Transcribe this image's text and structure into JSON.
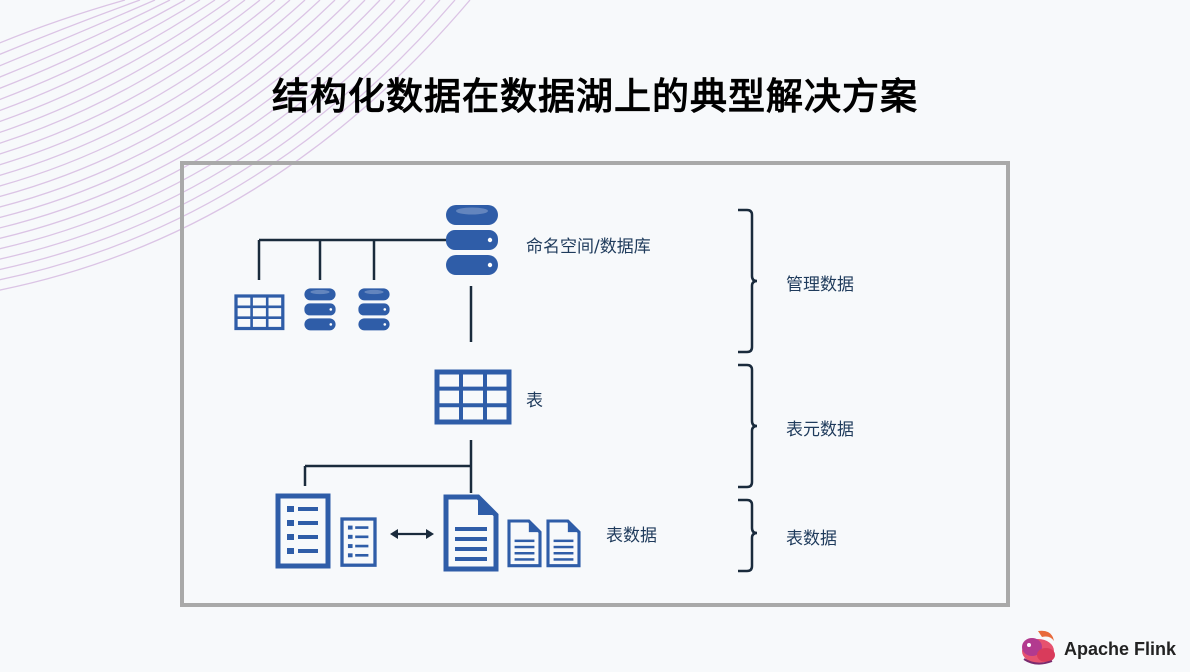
{
  "title": "结构化数据在数据湖上的典型解决方案",
  "labels": {
    "namespace": "命名空间/数据库",
    "table": "表",
    "table_data": "表数据"
  },
  "brackets": {
    "management": "管理数据",
    "table_metadata": "表元数据",
    "table_data": "表数据"
  },
  "brand": "Apache Flink",
  "colors": {
    "icon_blue": "#2f5da8",
    "line": "#1a2b3c",
    "frame": "#a9a9a9"
  },
  "icons": [
    "database-icon",
    "table-icon",
    "list-file-icon",
    "document-icon",
    "arrow-bidirectional-icon",
    "flink-squirrel-logo"
  ]
}
